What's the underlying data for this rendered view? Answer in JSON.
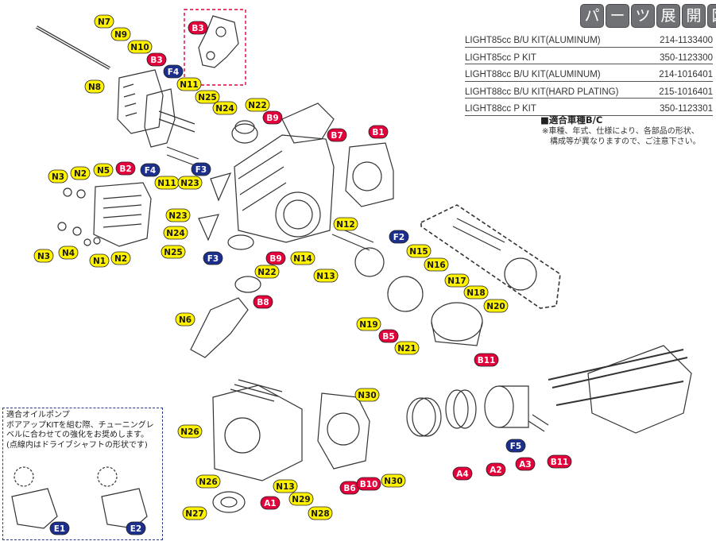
{
  "title_chars": [
    "パ",
    "ー",
    "ツ",
    "展",
    "開",
    "図"
  ],
  "kits": [
    {
      "name": "LIGHT85cc B/U KIT(ALUMINUM)",
      "code": "214-1133400"
    },
    {
      "name": "LIGHT85cc P KIT",
      "code": "350-1123300"
    },
    {
      "name": "LIGHT88cc B/U KIT(ALUMINUM)",
      "code": "214-1016401"
    },
    {
      "name": "LIGHT88cc B/U KIT(HARD PLATING)",
      "code": "215-1016401"
    },
    {
      "name": "LIGHT88cc P KIT",
      "code": "350-1123301"
    }
  ],
  "note": {
    "heading": "■適合車種B/C",
    "line1": "※車種、年式、仕様により、各部品の形状、",
    "line2": "構成等が異なりますので、ご注意下さい。"
  },
  "oil_pump": {
    "line1": "適合オイルポンプ",
    "line2": "ボアアップKITを組む際、チューニングレ",
    "line3": "ベルに合わせての強化をお奨めします。",
    "line4": "(点線内はドライブシャフトの形状です)"
  },
  "colors": {
    "yellow": "#fff200",
    "red": "#e4003a",
    "blue": "#1d2f8c",
    "line": "#333333"
  },
  "labels": [
    {
      "t": "N7",
      "c": "yellow"
    },
    {
      "t": "N9",
      "c": "yellow"
    },
    {
      "t": "N10",
      "c": "yellow"
    },
    {
      "t": "N8",
      "c": "yellow"
    },
    {
      "t": "B3",
      "c": "red"
    },
    {
      "t": "B3",
      "c": "red"
    },
    {
      "t": "F4",
      "c": "blue"
    },
    {
      "t": "N11",
      "c": "yellow"
    },
    {
      "t": "N25",
      "c": "yellow"
    },
    {
      "t": "N24",
      "c": "yellow"
    },
    {
      "t": "N22",
      "c": "yellow"
    },
    {
      "t": "B9",
      "c": "red"
    },
    {
      "t": "B7",
      "c": "red"
    },
    {
      "t": "B1",
      "c": "red"
    },
    {
      "t": "F4",
      "c": "blue"
    },
    {
      "t": "N11",
      "c": "yellow"
    },
    {
      "t": "F3",
      "c": "blue"
    },
    {
      "t": "N23",
      "c": "yellow"
    },
    {
      "t": "N3",
      "c": "yellow"
    },
    {
      "t": "N2",
      "c": "yellow"
    },
    {
      "t": "N5",
      "c": "yellow"
    },
    {
      "t": "B2",
      "c": "red"
    },
    {
      "t": "N23",
      "c": "yellow"
    },
    {
      "t": "N12",
      "c": "yellow"
    },
    {
      "t": "N24",
      "c": "yellow"
    },
    {
      "t": "F2",
      "c": "blue"
    },
    {
      "t": "N15",
      "c": "yellow"
    },
    {
      "t": "N25",
      "c": "yellow"
    },
    {
      "t": "F3",
      "c": "blue"
    },
    {
      "t": "B9",
      "c": "red"
    },
    {
      "t": "N14",
      "c": "yellow"
    },
    {
      "t": "N16",
      "c": "yellow"
    },
    {
      "t": "N3",
      "c": "yellow"
    },
    {
      "t": "N4",
      "c": "yellow"
    },
    {
      "t": "N1",
      "c": "yellow"
    },
    {
      "t": "N2",
      "c": "yellow"
    },
    {
      "t": "N22",
      "c": "yellow"
    },
    {
      "t": "N13",
      "c": "yellow"
    },
    {
      "t": "N17",
      "c": "yellow"
    },
    {
      "t": "N18",
      "c": "yellow"
    },
    {
      "t": "N20",
      "c": "yellow"
    },
    {
      "t": "B8",
      "c": "red"
    },
    {
      "t": "N6",
      "c": "yellow"
    },
    {
      "t": "N19",
      "c": "yellow"
    },
    {
      "t": "B5",
      "c": "red"
    },
    {
      "t": "N21",
      "c": "yellow"
    },
    {
      "t": "B11",
      "c": "red"
    },
    {
      "t": "N30",
      "c": "yellow"
    },
    {
      "t": "N26",
      "c": "yellow"
    },
    {
      "t": "F5",
      "c": "blue"
    },
    {
      "t": "N26",
      "c": "yellow"
    },
    {
      "t": "N13",
      "c": "yellow"
    },
    {
      "t": "B6",
      "c": "red"
    },
    {
      "t": "B10",
      "c": "red"
    },
    {
      "t": "N30",
      "c": "yellow"
    },
    {
      "t": "A4",
      "c": "red"
    },
    {
      "t": "A2",
      "c": "red"
    },
    {
      "t": "A3",
      "c": "red"
    },
    {
      "t": "B11",
      "c": "red"
    },
    {
      "t": "A1",
      "c": "red"
    },
    {
      "t": "N29",
      "c": "yellow"
    },
    {
      "t": "N27",
      "c": "yellow"
    },
    {
      "t": "N28",
      "c": "yellow"
    },
    {
      "t": "E1",
      "c": "blue"
    },
    {
      "t": "E2",
      "c": "blue"
    }
  ]
}
